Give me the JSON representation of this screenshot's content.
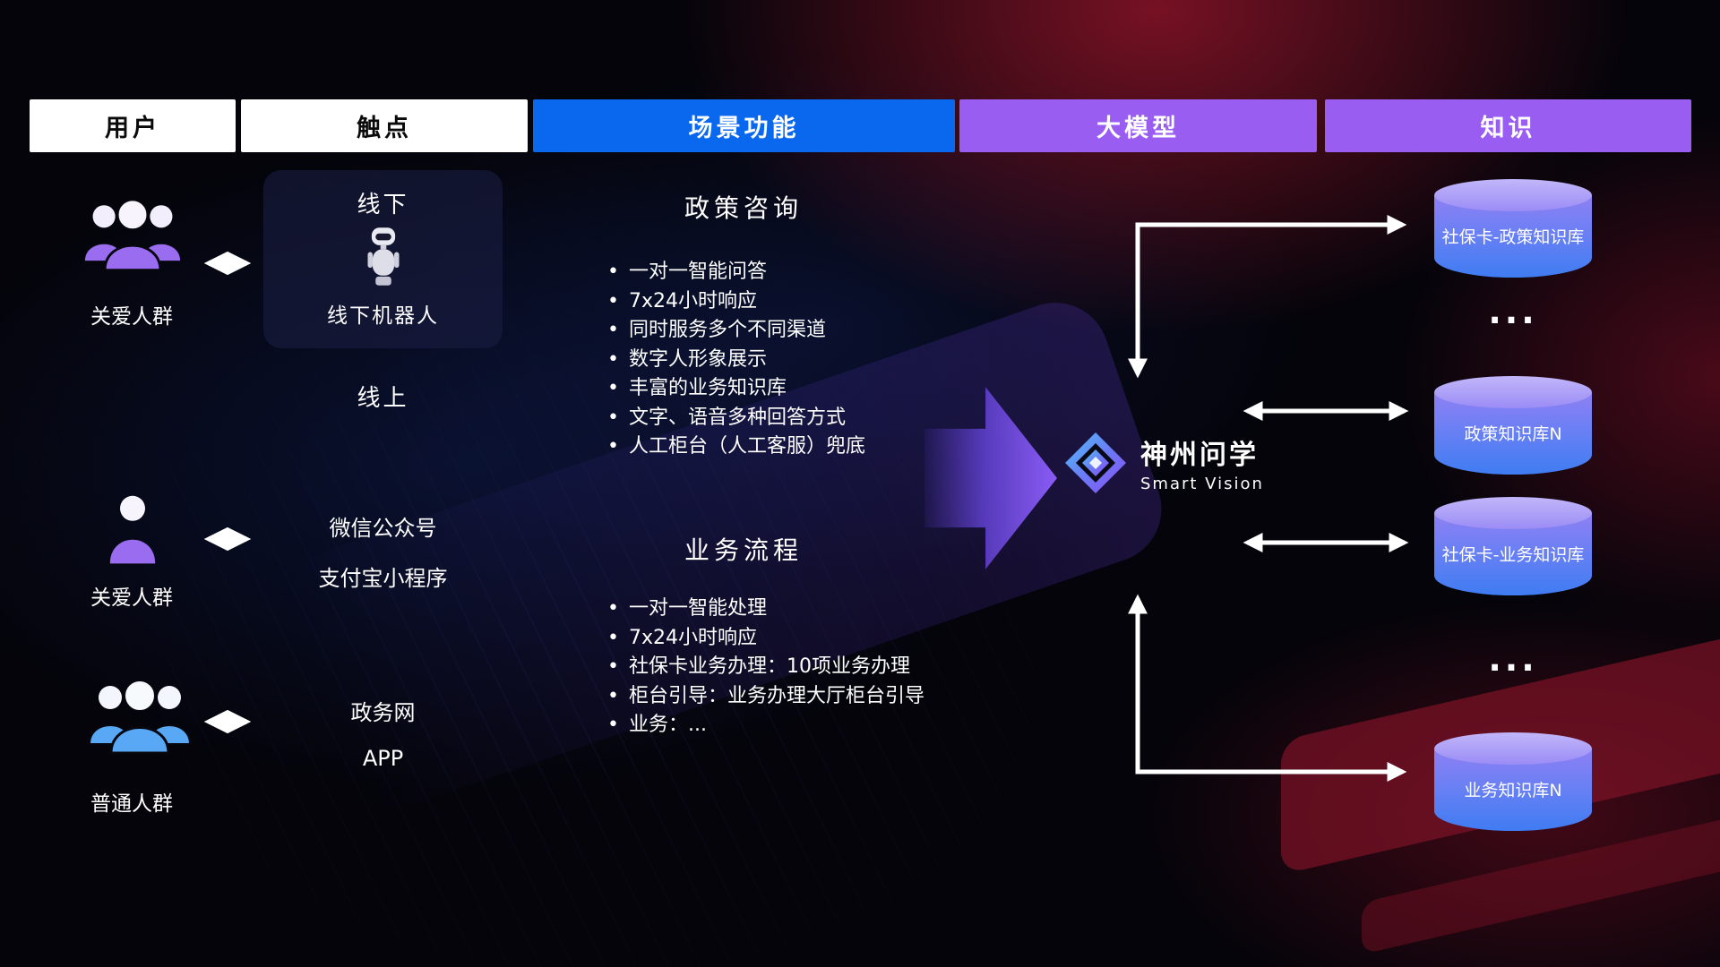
{
  "header": {
    "columns": [
      {
        "label": "用户"
      },
      {
        "label": "触点"
      },
      {
        "label": "场景功能"
      },
      {
        "label": "大模型"
      },
      {
        "label": "知识"
      }
    ]
  },
  "users": [
    {
      "label": "关爱人群"
    },
    {
      "label": "关爱人群"
    },
    {
      "label": "普通人群"
    }
  ],
  "touchpoints": {
    "offline_title": "线下",
    "offline_robot": "线下机器人",
    "online_title": "线上",
    "wechat": "微信公众号",
    "alipay": "支付宝小程序",
    "gov": "政务网",
    "app": "APP"
  },
  "scenarios": [
    {
      "title": "政策咨询",
      "items": [
        "一对一智能问答",
        "7x24小时响应",
        "同时服务多个不同渠道",
        "数字人形象展示",
        "丰富的业务知识库",
        "文字、语音多种回答方式",
        "人工柜台（人工客服）兜底"
      ]
    },
    {
      "title": "业务流程",
      "items": [
        "一对一智能处理",
        "7x24小时响应",
        "社保卡业务办理：10项业务办理",
        "柜台引导：业务办理大厅柜台引导",
        "业务：..."
      ]
    }
  ],
  "model": {
    "name": "神州问学",
    "subtitle": "Smart Vision"
  },
  "knowledge": {
    "db1": "社保卡-政策知识库",
    "ellipsis1": "...",
    "db2": "政策知识库N",
    "db3": "社保卡-业务知识库",
    "ellipsis2": "...",
    "db4": "业务知识库N"
  },
  "colors": {
    "header_blue": "#0a68ef",
    "header_purple": "#9a5df2",
    "cylinder_top": "#b4a7f8",
    "cylinder_body_end": "#3f7cf2",
    "user_purple": "#9a6cf0",
    "user_blue": "#58a8f5",
    "big_arrow_purple": "#8a5cf5",
    "accent_red": "#c8193c"
  }
}
